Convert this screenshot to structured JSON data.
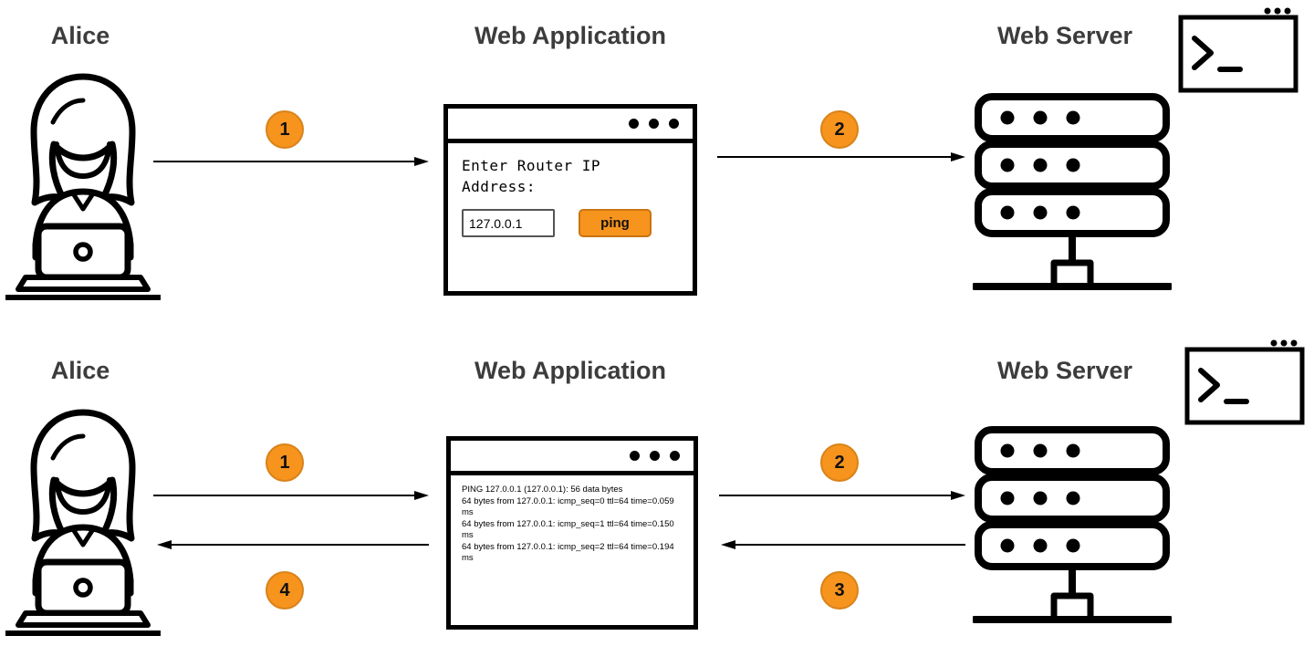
{
  "colors": {
    "accent_orange": "#F7941E",
    "accent_orange_border": "#D8831A",
    "outline_black": "#000000",
    "label_gray": "#3C3C3C"
  },
  "icons": {
    "alice": "woman-at-laptop-icon",
    "webapp": "browser-window-icon",
    "server": "server-stack-icon",
    "terminal": "terminal-window-icon",
    "window_dots": "window-dots-icon"
  },
  "row1": {
    "alice_label": "Alice",
    "webapp_label": "Web Application",
    "server_label": "Web Server",
    "step1": "1",
    "step2": "2",
    "webapp": {
      "prompt_line1": "Enter Router IP",
      "prompt_line2": "Address:",
      "input_value": "127.0.0.1",
      "ping_button": "ping"
    }
  },
  "row2": {
    "alice_label": "Alice",
    "webapp_label": "Web Application",
    "server_label": "Web Server",
    "step1": "1",
    "step2": "2",
    "step3": "3",
    "step4": "4",
    "webapp": {
      "output_lines": [
        "PING 127.0.0.1 (127.0.0.1): 56 data bytes",
        "64 bytes from 127.0.0.1: icmp_seq=0 ttl=64 time=0.059 ms",
        "64 bytes from 127.0.0.1: icmp_seq=1 ttl=64 time=0.150 ms",
        "64 bytes from 127.0.0.1: icmp_seq=2 ttl=64 time=0.194 ms"
      ]
    }
  }
}
